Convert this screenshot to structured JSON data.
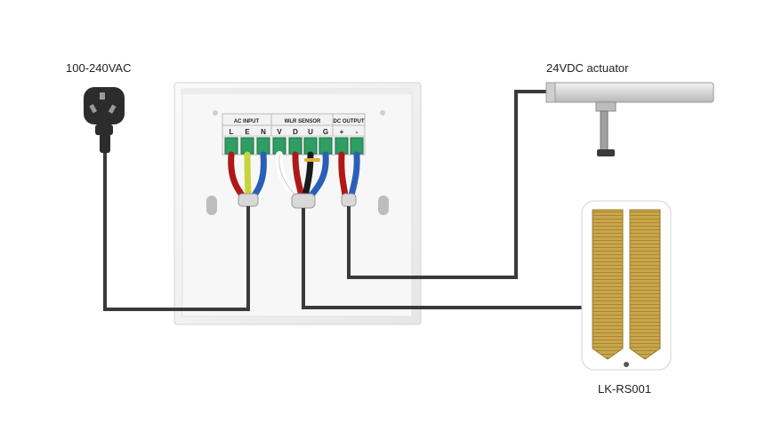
{
  "labels": {
    "power": "100-240VAC",
    "actuator": "24VDC actuator",
    "sensor": "LK-RS001"
  },
  "terminal_block": {
    "groups": [
      "AC INPUT",
      "WLR SENSOR",
      "DC OUTPUT"
    ],
    "terminals": [
      "L",
      "E",
      "N",
      "V",
      "D",
      "U",
      "G",
      "+",
      "-"
    ]
  },
  "colors": {
    "cable": "#3a3a3a",
    "terminal_block": "#2e9e63",
    "panel": "#f4f4f4",
    "wire_red": "#b01818",
    "wire_blue": "#2a5fb8",
    "wire_yellow_green": "#c8d43a",
    "sensor_plate": "#c9a64a"
  }
}
